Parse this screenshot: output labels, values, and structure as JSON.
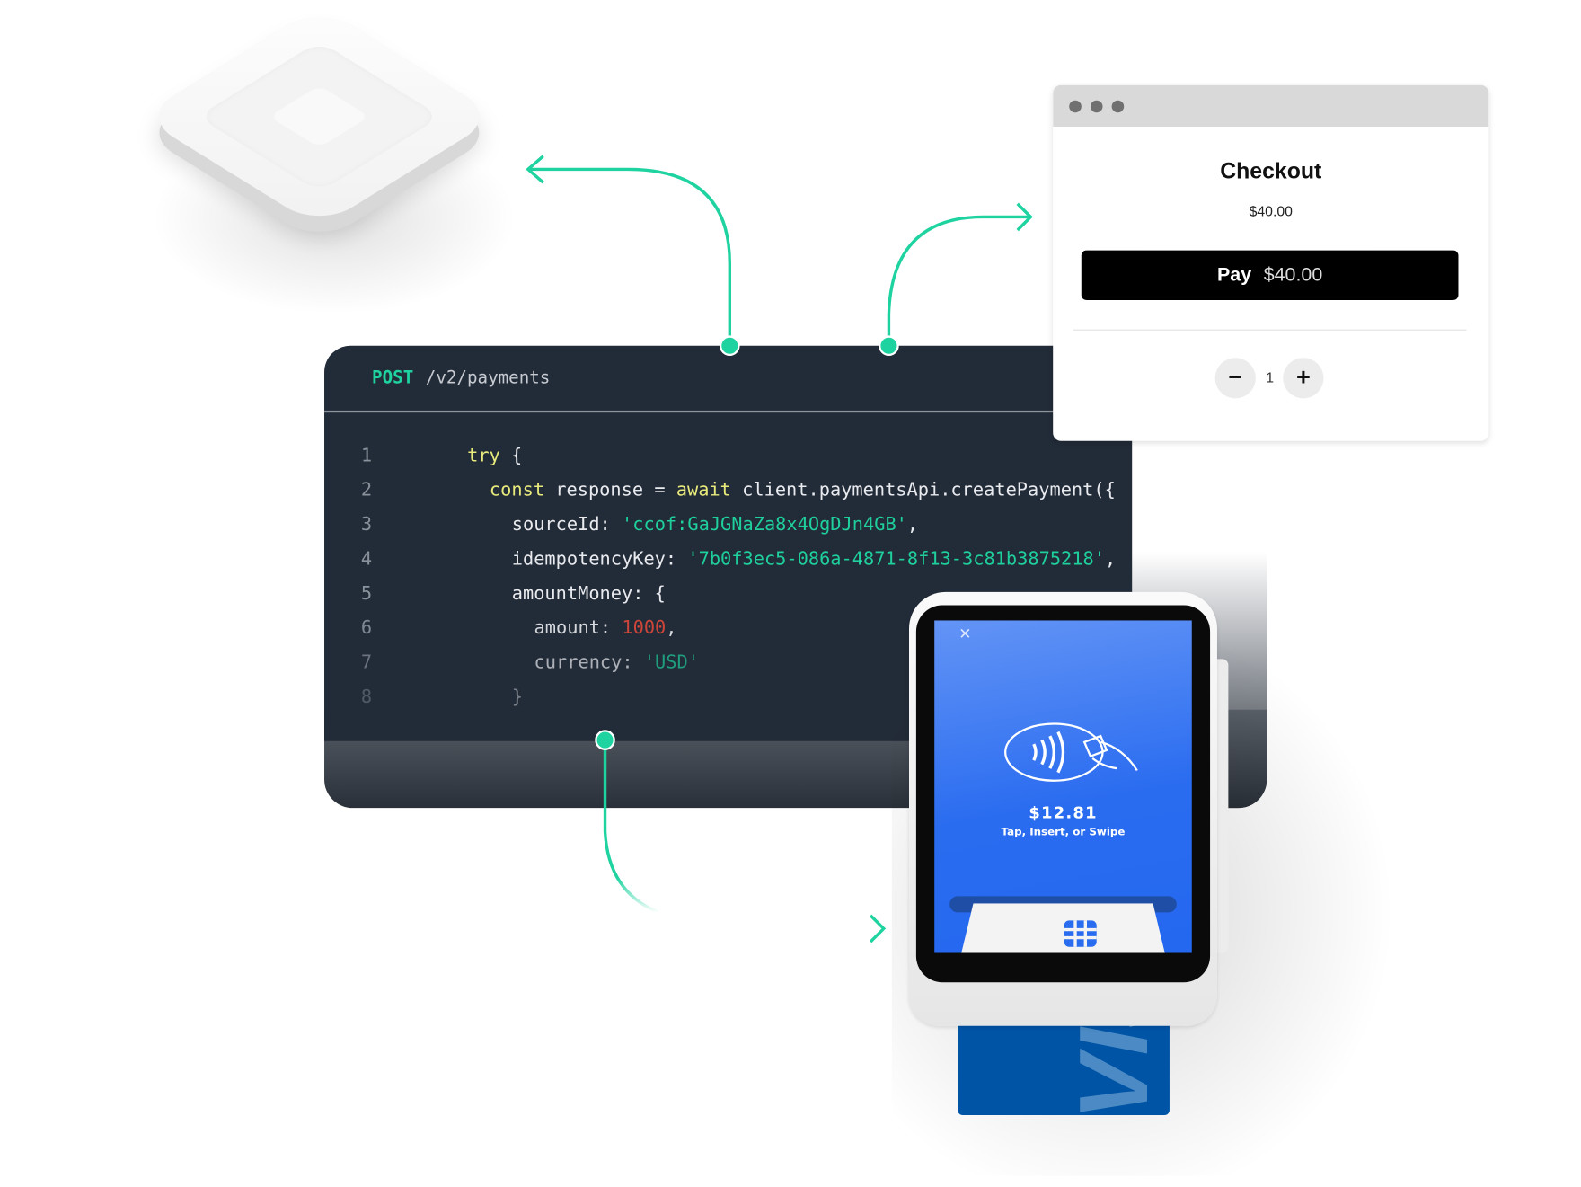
{
  "endpoint": {
    "method": "POST",
    "path": "/v2/payments"
  },
  "code": {
    "lines": [
      {
        "n": "1",
        "indent": 0,
        "tokens": [
          {
            "t": "kw",
            "v": "try"
          },
          {
            "t": "tx",
            "v": " {"
          }
        ]
      },
      {
        "n": "2",
        "indent": 1,
        "tokens": [
          {
            "t": "kw",
            "v": "const"
          },
          {
            "t": "tx",
            "v": " response = "
          },
          {
            "t": "kw",
            "v": "await"
          },
          {
            "t": "tx",
            "v": " client.paymentsApi.createPayment({"
          }
        ]
      },
      {
        "n": "3",
        "indent": 2,
        "tokens": [
          {
            "t": "tx",
            "v": "sourceId: "
          },
          {
            "t": "str",
            "v": "'ccof:GaJGNaZa8x4OgDJn4GB'"
          },
          {
            "t": "tx",
            "v": ","
          }
        ]
      },
      {
        "n": "4",
        "indent": 2,
        "tokens": [
          {
            "t": "tx",
            "v": "idempotencyKey: "
          },
          {
            "t": "str",
            "v": "'7b0f3ec5-086a-4871-8f13-3c81b3875218'"
          },
          {
            "t": "tx",
            "v": ","
          }
        ]
      },
      {
        "n": "5",
        "indent": 2,
        "tokens": [
          {
            "t": "tx",
            "v": "amountMoney: {"
          }
        ]
      },
      {
        "n": "6",
        "indent": 3,
        "tokens": [
          {
            "t": "tx",
            "v": "amount: "
          },
          {
            "t": "num",
            "v": "1000"
          },
          {
            "t": "tx",
            "v": ","
          }
        ]
      },
      {
        "n": "7",
        "indent": 3,
        "tokens": [
          {
            "t": "tx",
            "v": "currency: "
          },
          {
            "t": "str",
            "v": "'USD'"
          }
        ]
      },
      {
        "n": "8",
        "indent": 2,
        "tokens": [
          {
            "t": "tx",
            "v": "}"
          }
        ]
      }
    ]
  },
  "checkout": {
    "title": "Checkout",
    "price": "$40.00",
    "pay_label": "Pay",
    "pay_amount": "$40.00",
    "quantity": "1",
    "minus_icon": "minus-icon",
    "plus_icon": "plus-icon"
  },
  "terminal": {
    "amount": "$12.81",
    "instruction": "Tap, Insert, or Swipe",
    "close_icon": "close-icon",
    "card_brand": "VISA"
  },
  "colors": {
    "accent": "#1fd3a0",
    "code_bg": "#222b38",
    "screen_blue": "#2a6cf0",
    "card_blue": "#0054a6"
  }
}
